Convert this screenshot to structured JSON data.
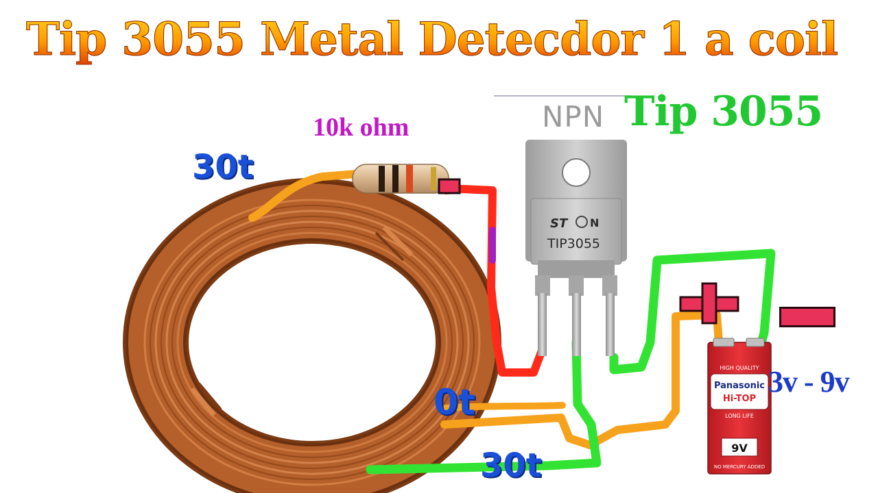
{
  "title": "Tip 3055 Metal Detecdor 1 a coil",
  "transistor": {
    "type_label": "NPN",
    "name_label": "Tip 3055",
    "part_marking": "TIP3055",
    "brand_marking": "ST",
    "marking_n": "N"
  },
  "resistor": {
    "label": "10k ohm"
  },
  "coil": {
    "turns_top": "30t",
    "turns_mid": "0t",
    "turns_bottom": "30t"
  },
  "battery": {
    "voltage_range": "3v - 9v",
    "plus": "+",
    "minus": "-",
    "quality": "HIGH QUALITY",
    "brand": "Panasonic",
    "model": "Hi-TOP",
    "life": "LONG LIFE",
    "rating": "9V",
    "note": "NO MERCURY ADDED"
  },
  "colors": {
    "wire_orange": "#f7a21c",
    "wire_red": "#ff2a1a",
    "wire_green": "#33e333",
    "copper": "#b5602a",
    "transistor_body": "#bdbdbd",
    "battery_red": "#d8242a"
  }
}
